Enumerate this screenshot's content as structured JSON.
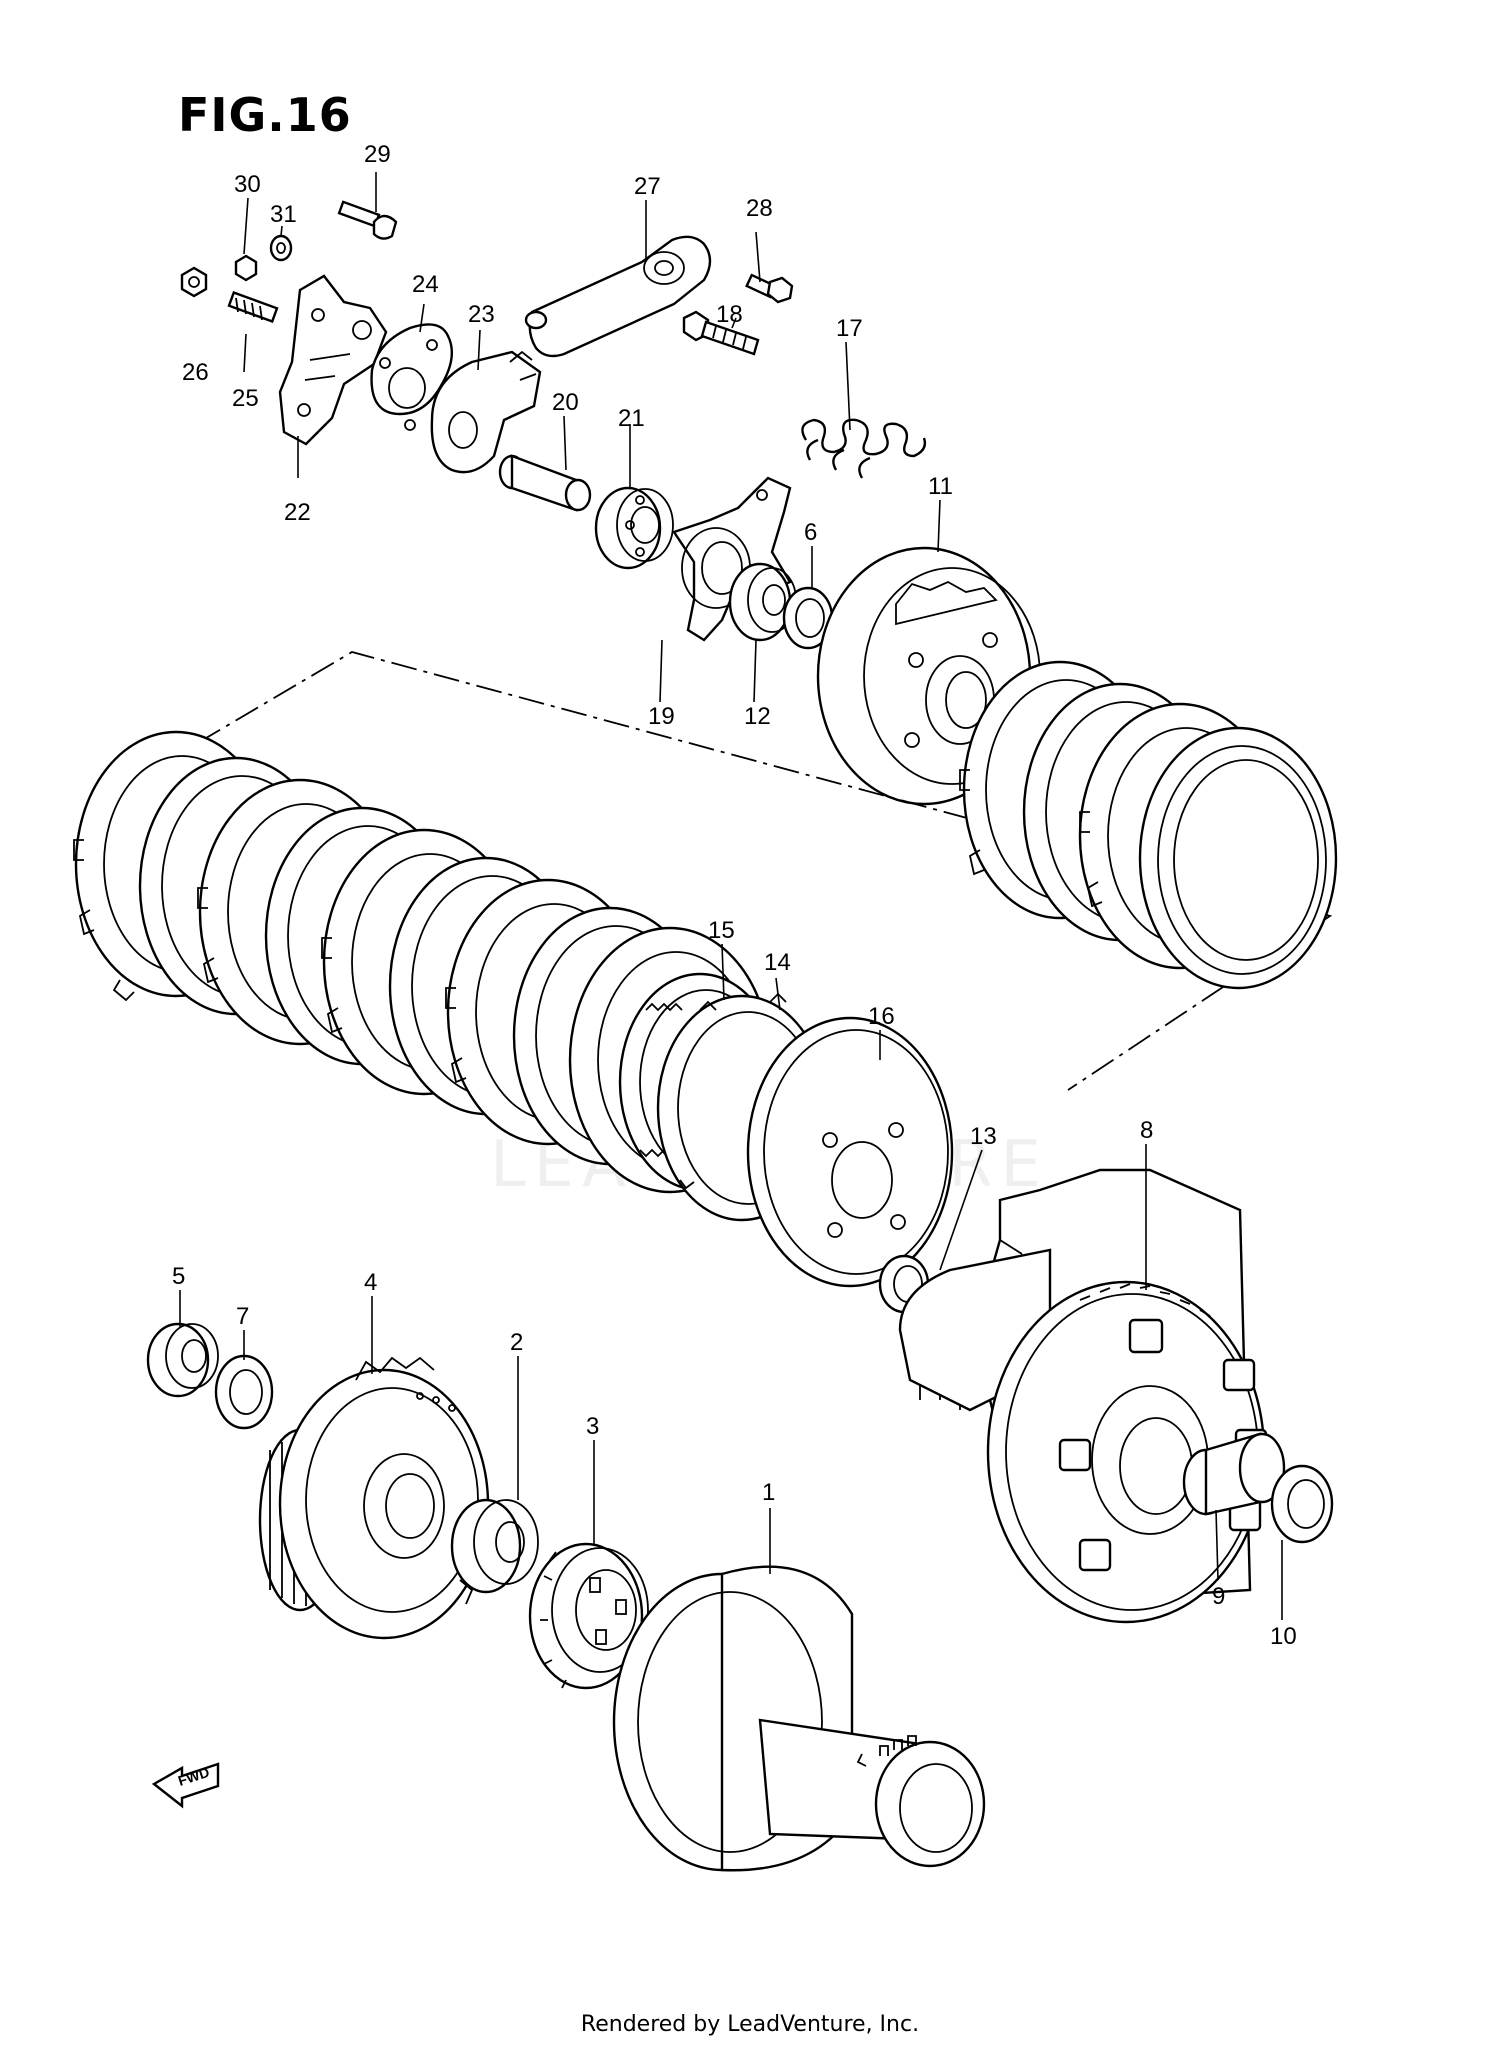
{
  "figure": {
    "title": "FIG.16"
  },
  "fwd_label": "FWD",
  "watermark": "LEADVENTURE",
  "footer": "Rendered by LeadVenture, Inc.",
  "callouts": [
    "1",
    "2",
    "3",
    "4",
    "5",
    "6",
    "7",
    "8",
    "9",
    "10",
    "11",
    "12",
    "13",
    "14",
    "15",
    "16",
    "17",
    "18",
    "19",
    "20",
    "21",
    "22",
    "23",
    "24",
    "25",
    "26",
    "27",
    "28",
    "29",
    "30",
    "31"
  ]
}
